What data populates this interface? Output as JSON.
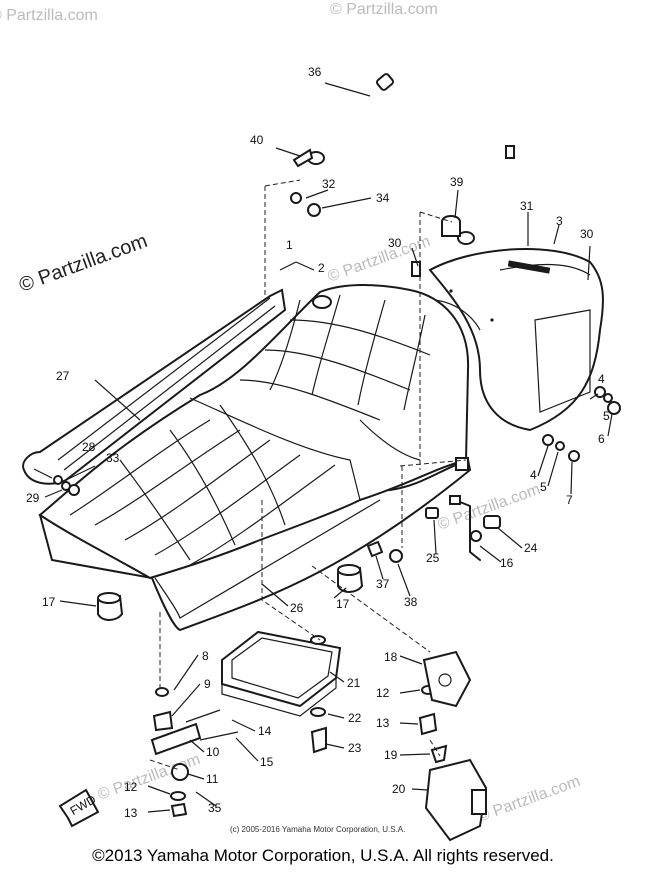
{
  "watermark": {
    "main": "© Partzilla.com",
    "faint": "© Partzilla.com"
  },
  "small_copyright": "(c) 2005-2016 Yamaha Motor Corporation, U.S.A.",
  "footer": "©2013 Yamaha Motor Corporation, U.S.A. All rights reserved.",
  "front_badge": "FWD",
  "labels": {
    "l1": "1",
    "l2": "2",
    "l3": "3",
    "l4a": "4",
    "l4b": "4",
    "l5a": "5",
    "l5b": "5",
    "l6": "6",
    "l7": "7",
    "l8": "8",
    "l9": "9",
    "l10": "10",
    "l11": "11",
    "l12a": "12",
    "l12b": "12",
    "l13a": "13",
    "l13b": "13",
    "l14": "14",
    "l15": "15",
    "l16": "16",
    "l17a": "17",
    "l17b": "17",
    "l18": "18",
    "l19": "19",
    "l20": "20",
    "l21": "21",
    "l22": "22",
    "l23": "23",
    "l24": "24",
    "l25": "25",
    "l26": "26",
    "l27": "27",
    "l28": "28",
    "l29": "29",
    "l30a": "30",
    "l30b": "30",
    "l31": "31",
    "l32": "32",
    "l33": "33",
    "l34": "34",
    "l35": "35",
    "l36": "36",
    "l37": "37",
    "l38": "38",
    "l39": "39",
    "l40": "40"
  }
}
